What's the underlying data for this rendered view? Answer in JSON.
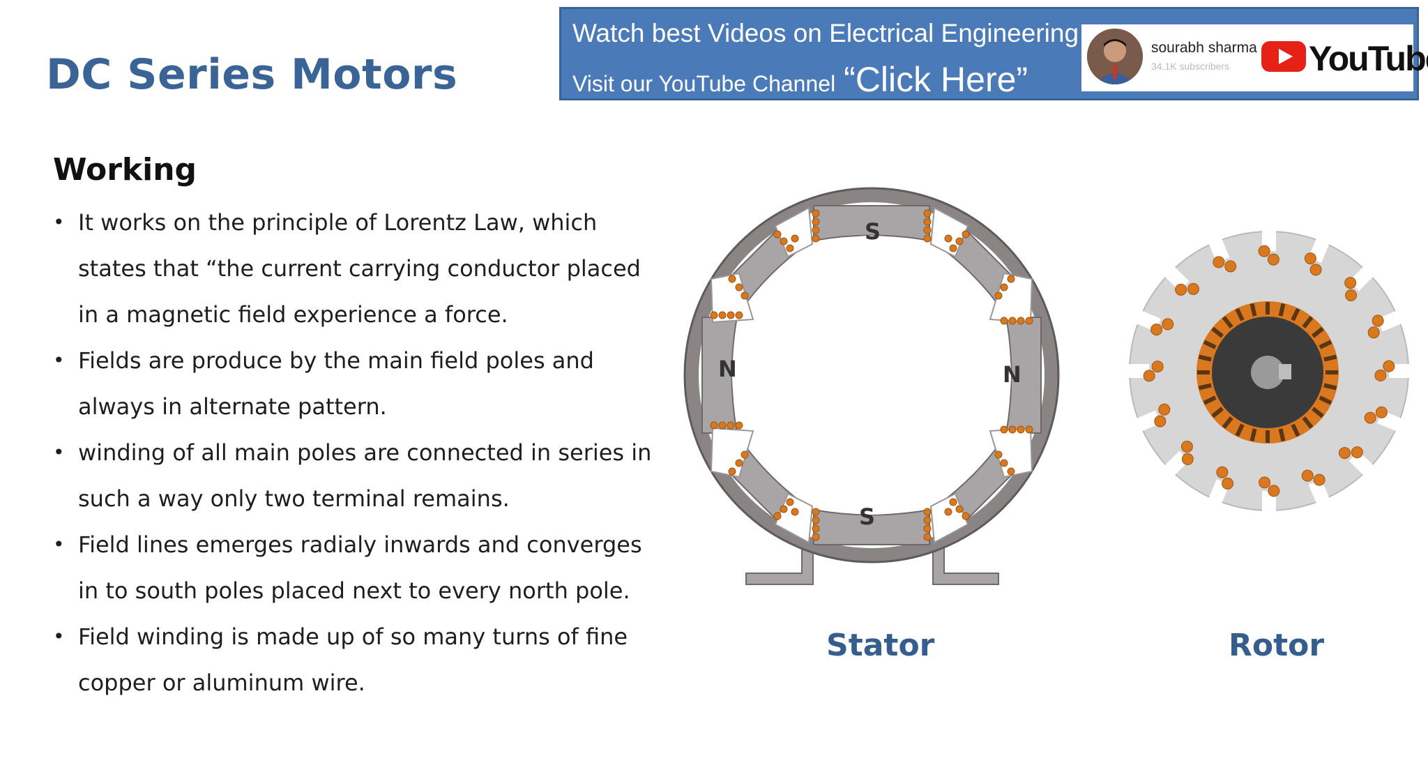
{
  "slide": {
    "title": "DC Series Motors",
    "heading": "Working",
    "bullets": [
      "It works on the principle of Lorentz Law, which states that “the current carrying conductor placed in a magnetic field experience a force.",
      "Fields are produce by the main field poles and always in alternate pattern.",
      "winding of all main poles are connected in series in such a way only two terminal remains.",
      "Field lines emerges radialy inwards and converges in to south poles placed next to every north pole.",
      "Field winding is made up of so many turns of fine copper or aluminum wire."
    ]
  },
  "banner": {
    "line1": "Watch best Videos on Electrical Engineering",
    "line2": "Visit our YouTube Channel",
    "cta": "“Click Here”",
    "channel_name": "sourabh sharma",
    "subscribers": "34.1K subscribers",
    "logo_text": "YouTube",
    "logo_icon": "youtube-play-icon"
  },
  "figure": {
    "stator_label": "Stator",
    "rotor_label": "Rotor",
    "pole_labels": {
      "top": "S",
      "bottom": "S",
      "left": "N",
      "right": "N"
    }
  },
  "colors": {
    "title": "#3a6396",
    "banner": "#4b7ab9",
    "caption": "#355e8e",
    "frame": "#8a8485",
    "pole": "#a9a5a6",
    "rotor": "#d6d6d6",
    "copper": "#d9781f"
  }
}
